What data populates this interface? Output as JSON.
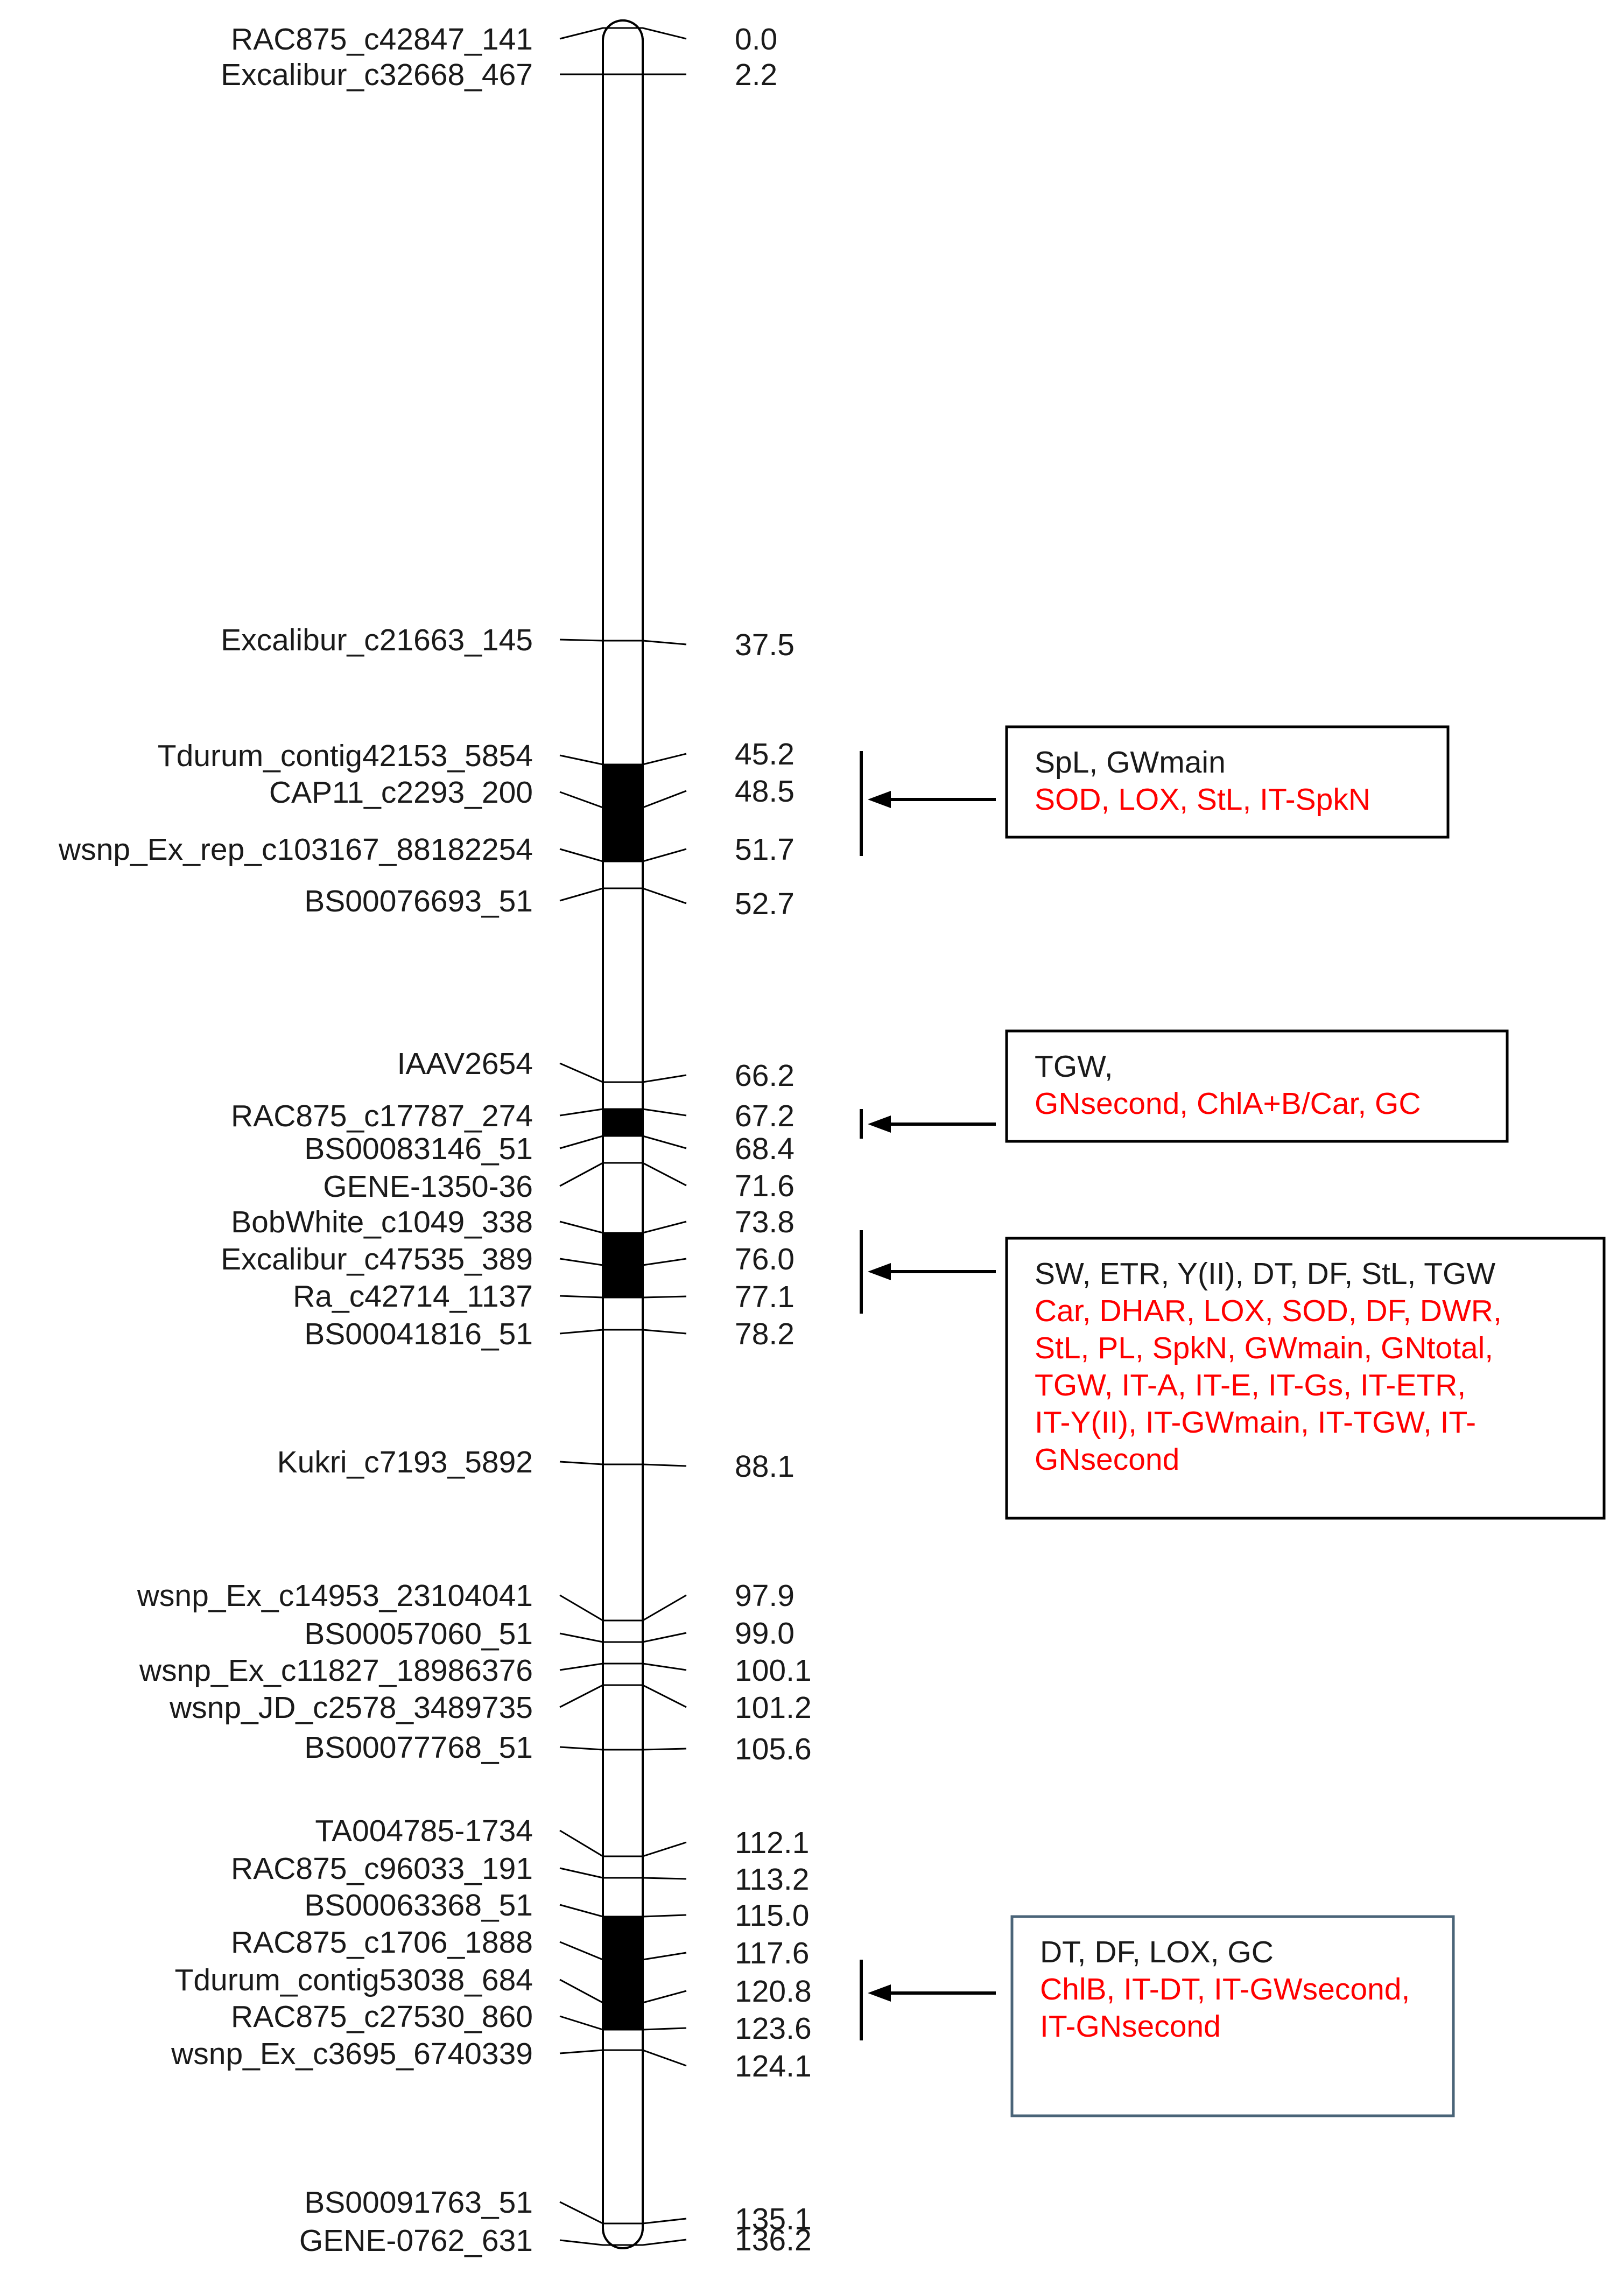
{
  "markers": [
    {
      "name": "RAC875_c42847_141",
      "pos": "0.0"
    },
    {
      "name": "Excalibur_c32668_467",
      "pos": "2.2"
    },
    {
      "name": "Excalibur_c21663_145",
      "pos": "37.5"
    },
    {
      "name": "Tdurum_contig42153_5854",
      "pos": "45.2"
    },
    {
      "name": "CAP11_c2293_200",
      "pos": "48.5"
    },
    {
      "name": "wsnp_Ex_rep_c103167_88182254",
      "pos": "51.7"
    },
    {
      "name": "BS00076693_51",
      "pos": "52.7"
    },
    {
      "name": "IAAV2654",
      "pos": "66.2"
    },
    {
      "name": "RAC875_c17787_274",
      "pos": "67.2"
    },
    {
      "name": "BS00083146_51",
      "pos": "68.4"
    },
    {
      "name": "GENE-1350-36",
      "pos": "71.6"
    },
    {
      "name": "BobWhite_c1049_338",
      "pos": "73.8"
    },
    {
      "name": "Excalibur_c47535_389",
      "pos": "76.0"
    },
    {
      "name": "Ra_c42714_1137",
      "pos": "77.1"
    },
    {
      "name": "BS00041816_51",
      "pos": "78.2"
    },
    {
      "name": "Kukri_c7193_5892",
      "pos": "88.1"
    },
    {
      "name": "wsnp_Ex_c14953_23104041",
      "pos": "97.9"
    },
    {
      "name": "BS00057060_51",
      "pos": "99.0"
    },
    {
      "name": "wsnp_Ex_c11827_18986376",
      "pos": "100.1"
    },
    {
      "name": "wsnp_JD_c2578_3489735",
      "pos": "101.2"
    },
    {
      "name": "BS00077768_51",
      "pos": "105.6"
    },
    {
      "name": "TA004785-1734",
      "pos": "112.1"
    },
    {
      "name": "RAC875_c96033_191",
      "pos": "113.2"
    },
    {
      "name": "BS00063368_51",
      "pos": "115.0"
    },
    {
      "name": "RAC875_c1706_1888",
      "pos": "117.6"
    },
    {
      "name": "Tdurum_contig53038_684",
      "pos": "120.8"
    },
    {
      "name": "RAC875_c27530_860",
      "pos": "123.6"
    },
    {
      "name": "wsnp_Ex_c3695_6740339",
      "pos": "124.1"
    },
    {
      "name": "BS00091763_51",
      "pos": "135.1"
    },
    {
      "name": "GENE-0762_631",
      "pos": "136.2"
    }
  ],
  "qtl_regions": [
    {
      "from": "45.2",
      "to": "51.7"
    },
    {
      "from": "66.2",
      "to": "67.2"
    },
    {
      "from": "73.8",
      "to": "78.2"
    },
    {
      "from": "115.0",
      "to": "123.6"
    }
  ],
  "qtl_boxes": [
    {
      "black_lines": [
        "SpL, GWmain"
      ],
      "red_lines": [
        "SOD, LOX, StL, IT-SpkN"
      ]
    },
    {
      "black_lines": [
        "TGW,"
      ],
      "red_lines": [
        "GNsecond, ChlA+B/Car, GC"
      ]
    },
    {
      "black_lines": [
        "SW, ETR, Y(II), DT, DF, StL, TGW"
      ],
      "red_lines": [
        "Car, DHAR, LOX, SOD, DF, DWR,",
        "StL, PL, SpkN, GWmain, GNtotal,",
        "TGW, IT-A, IT-E, IT-Gs, IT-ETR,",
        "IT-Y(II), IT-GWmain, IT-TGW, IT-",
        "GNsecond"
      ]
    },
    {
      "black_lines": [
        "DT, DF, LOX, GC"
      ],
      "red_lines": [
        "ChlB, IT-DT, IT-GWsecond,",
        "IT-GNsecond"
      ]
    }
  ],
  "colors": {
    "text": "#1a1a1a",
    "red_text": "#ff0000",
    "box_border_blue": "#4a6478",
    "line": "#000000"
  }
}
